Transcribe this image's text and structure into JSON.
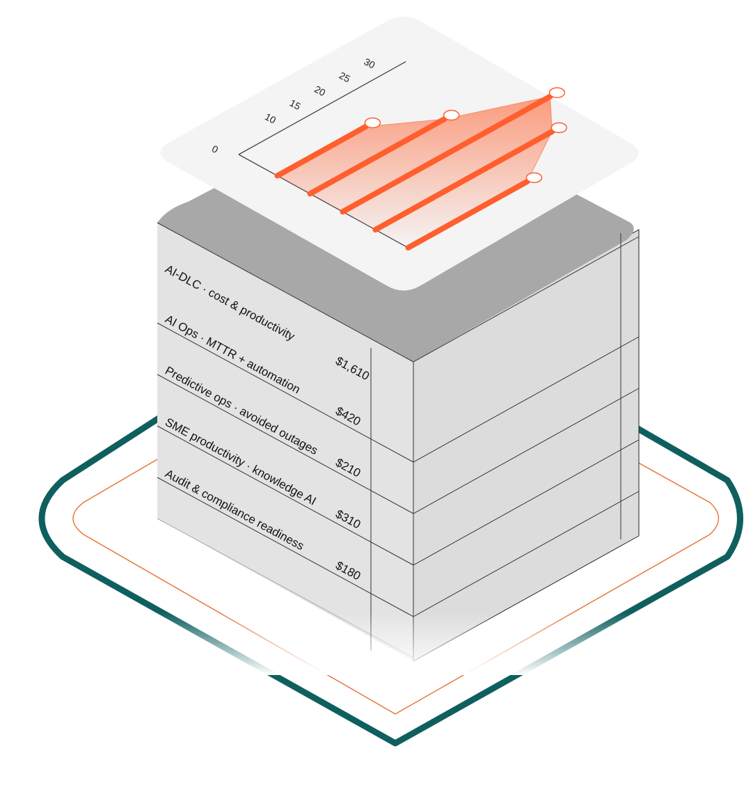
{
  "colors": {
    "base_ring_outer": "#0f5f5f",
    "base_ring_inner": "#e8773d",
    "accent": "#ff5f2e",
    "panel": "#f4f4f4",
    "layer_face": "#e1e1e1",
    "layer_top": "#a9a9a9",
    "marker_fill": "#ffffff"
  },
  "layers": [
    {
      "label": "AI-DLC · cost & productivity",
      "value": "$1,610"
    },
    {
      "label": "AI Ops · MTTR + automation",
      "value": "$420"
    },
    {
      "label": "Predictive ops · avoided outages",
      "value": "$210"
    },
    {
      "label": "SME productivity · knowledge AI",
      "value": "$310"
    },
    {
      "label": "Audit & compliance readiness",
      "value": "$180"
    }
  ],
  "chart_data": {
    "type": "bar",
    "axis_ticks": [
      "0",
      "10",
      "15",
      "20",
      "25",
      "30"
    ],
    "ylim": [
      0,
      30
    ],
    "values": [
      11.5,
      17.5,
      27,
      23,
      15.5
    ],
    "marker_icon": "circle-marker"
  }
}
